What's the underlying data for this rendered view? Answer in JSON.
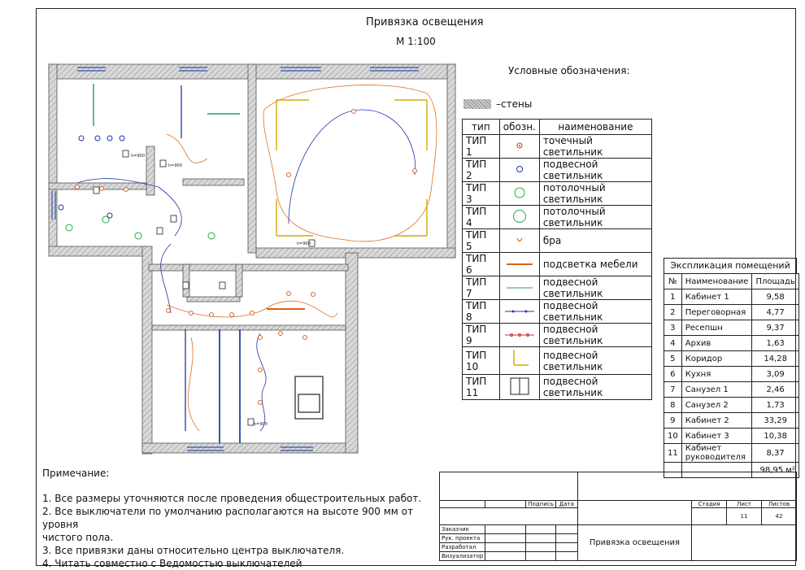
{
  "title": "Привязка освещения",
  "scale": "М 1:100",
  "legend": {
    "heading": "Условные обозначения:",
    "walls_label": "–стены",
    "headers": [
      "тип",
      "обозн.",
      "наименование"
    ],
    "rows": [
      {
        "type": "ТИП 1",
        "name": "точечный светильник",
        "symbol": "dot"
      },
      {
        "type": "ТИП 2",
        "name": "подвесной светильник",
        "symbol": "circle-small"
      },
      {
        "type": "ТИП 3",
        "name": "потолочный светильник",
        "symbol": "circle-green"
      },
      {
        "type": "ТИП 4",
        "name": "потолочный светильник",
        "symbol": "circle-green-large"
      },
      {
        "type": "ТИП 5",
        "name": "бра",
        "symbol": "sconce"
      },
      {
        "type": "ТИП 6",
        "name": "подсветка мебели",
        "symbol": "line-orange"
      },
      {
        "type": "ТИП 7",
        "name": "подвесной светильник",
        "symbol": "line-green"
      },
      {
        "type": "ТИП 8",
        "name": "подвесной светильник",
        "symbol": "line-blue"
      },
      {
        "type": "ТИП 9",
        "name": "подвесной светильник",
        "symbol": "line-red"
      },
      {
        "type": "ТИП 10",
        "name": "подвесной светильник",
        "symbol": "track-yellow"
      },
      {
        "type": "ТИП 11",
        "name": "подвесной светильник",
        "symbol": "box"
      }
    ]
  },
  "explication": {
    "heading": "Экспликация помещений",
    "headers": [
      "№",
      "Наименование",
      "Площадь"
    ],
    "rows": [
      {
        "n": "1",
        "name": "Кабинет 1",
        "area": "9,58"
      },
      {
        "n": "2",
        "name": "Переговорная",
        "area": "4,77"
      },
      {
        "n": "3",
        "name": "Ресепшн",
        "area": "9,37"
      },
      {
        "n": "4",
        "name": "Архив",
        "area": "1,63"
      },
      {
        "n": "5",
        "name": "Коридор",
        "area": "14,28"
      },
      {
        "n": "6",
        "name": "Кухня",
        "area": "3,09"
      },
      {
        "n": "7",
        "name": "Санузел 1",
        "area": "2,46"
      },
      {
        "n": "8",
        "name": "Санузел 2",
        "area": "1,73"
      },
      {
        "n": "9",
        "name": "Кабинет 2",
        "area": "33,29"
      },
      {
        "n": "10",
        "name": "Кабинет 3",
        "area": "10,38"
      },
      {
        "n": "11",
        "name": "Кабинет руководителя",
        "area": "8,37"
      }
    ],
    "total": "98,95 м²"
  },
  "notes": {
    "heading": "Примечание:",
    "items": [
      "1. Все размеры уточняются после проведения общестроительных работ.",
      "2. Все выключатели по умолчанию располагаются на высоте 900 мм от уровня",
      "чистого пола.",
      "3. Все привязки даны относительно центра выключателя.",
      "4. Читать совместно с Ведомостью выключателей"
    ]
  },
  "stamp": {
    "col_labels": [
      "Подпись",
      "Дата"
    ],
    "roles": [
      "Заказчик",
      "Рук. проекта",
      "Разработал",
      "Визуализатор"
    ],
    "headers": [
      "Стадия",
      "Лист",
      "Листов"
    ],
    "sheet": "11",
    "sheets": "42",
    "drawing_title": "Привязка освещения"
  },
  "plan": {
    "switch_label": "h=900"
  }
}
